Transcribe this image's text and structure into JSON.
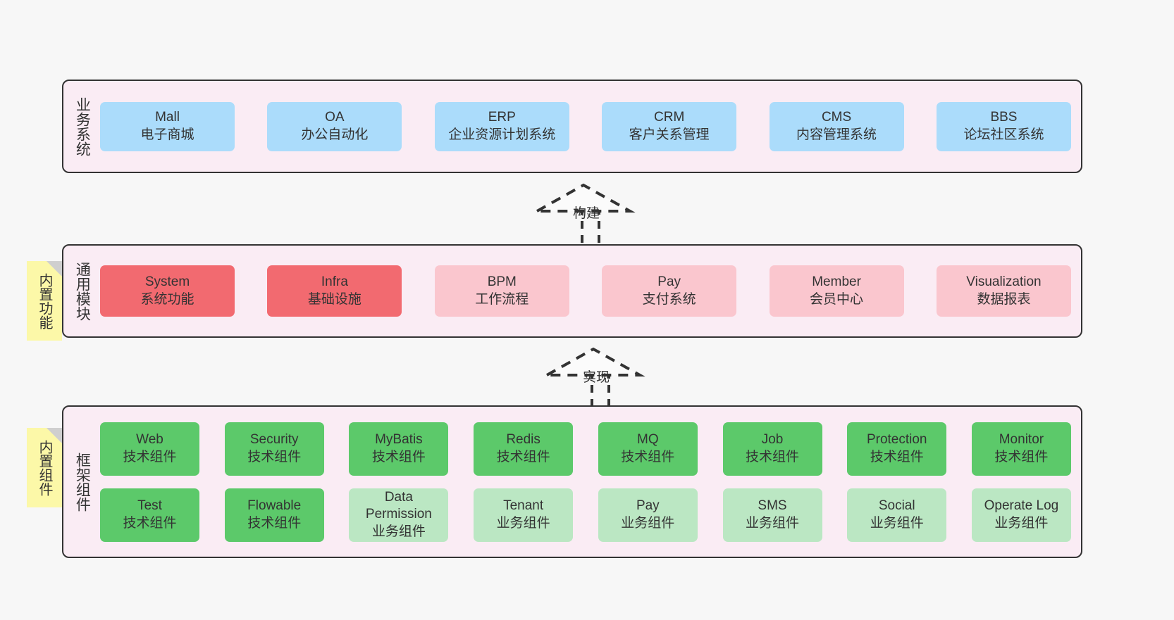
{
  "page": {
    "background": "#f7f7f7",
    "border_color": "#333333"
  },
  "layers": [
    {
      "key": "business",
      "title": "业务系统",
      "color": "#abdcfb",
      "rows": [
        [
          {
            "en": "Mall",
            "cn": "电子商城",
            "style": "c-blue"
          },
          {
            "en": "OA",
            "cn": "办公自动化",
            "style": "c-blue"
          },
          {
            "en": "ERP",
            "cn": "企业资源计划系统",
            "style": "c-blue"
          },
          {
            "en": "CRM",
            "cn": "客户关系管理",
            "style": "c-blue"
          },
          {
            "en": "CMS",
            "cn": "内容管理系统",
            "style": "c-blue"
          },
          {
            "en": "BBS",
            "cn": "论坛社区系统",
            "style": "c-blue"
          }
        ]
      ]
    },
    {
      "key": "common",
      "title": "通用模块",
      "color": "#f26a70",
      "rows": [
        [
          {
            "en": "System",
            "cn": "系统功能",
            "style": "c-red"
          },
          {
            "en": "Infra",
            "cn": "基础设施",
            "style": "c-red"
          },
          {
            "en": "BPM",
            "cn": "工作流程",
            "style": "c-pink"
          },
          {
            "en": "Pay",
            "cn": "支付系统",
            "style": "c-pink"
          },
          {
            "en": "Member",
            "cn": "会员中心",
            "style": "c-pink"
          },
          {
            "en": "Visualization",
            "cn": "数据报表",
            "style": "c-pink"
          }
        ]
      ]
    },
    {
      "key": "framework",
      "title": "框架组件",
      "color": "#5cc96a",
      "rows": [
        [
          {
            "en": "Web",
            "cn": "技术组件",
            "style": "c-green"
          },
          {
            "en": "Security",
            "cn": "技术组件",
            "style": "c-green"
          },
          {
            "en": "MyBatis",
            "cn": "技术组件",
            "style": "c-green"
          },
          {
            "en": "Redis",
            "cn": "技术组件",
            "style": "c-green"
          },
          {
            "en": "MQ",
            "cn": "技术组件",
            "style": "c-green"
          },
          {
            "en": "Job",
            "cn": "技术组件",
            "style": "c-green"
          },
          {
            "en": "Protection",
            "cn": "技术组件",
            "style": "c-green"
          },
          {
            "en": "Monitor",
            "cn": "技术组件",
            "style": "c-green"
          }
        ],
        [
          {
            "en": "Test",
            "cn": "技术组件",
            "style": "c-green"
          },
          {
            "en": "Flowable",
            "cn": "技术组件",
            "style": "c-green"
          },
          {
            "en": "Data Permission",
            "cn": "业务组件",
            "style": "c-lgreen"
          },
          {
            "en": "Tenant",
            "cn": "业务组件",
            "style": "c-lgreen"
          },
          {
            "en": "Pay",
            "cn": "业务组件",
            "style": "c-lgreen"
          },
          {
            "en": "SMS",
            "cn": "业务组件",
            "style": "c-lgreen"
          },
          {
            "en": "Social",
            "cn": "业务组件",
            "style": "c-lgreen"
          },
          {
            "en": "Operate Log",
            "cn": "业务组件",
            "style": "c-lgreen"
          }
        ]
      ]
    }
  ],
  "notes": [
    {
      "key": "builtin-function",
      "text": "内置功能",
      "color": "#fcf8a8"
    },
    {
      "key": "builtin-component",
      "text": "内置组件",
      "color": "#fcf8a8"
    }
  ],
  "connectors": [
    {
      "key": "build",
      "label": "构建"
    },
    {
      "key": "implement",
      "label": "实现"
    }
  ]
}
